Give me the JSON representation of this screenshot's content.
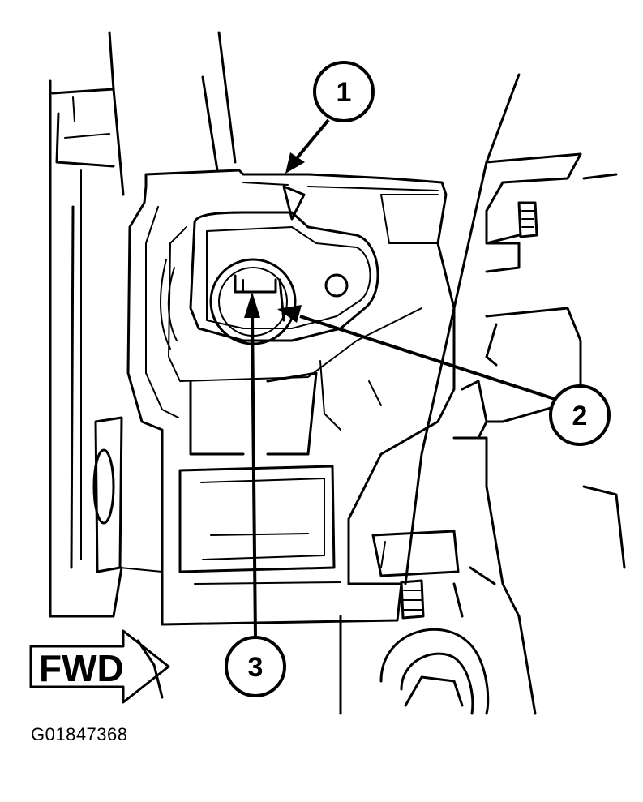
{
  "figure": {
    "id": "G01847368"
  },
  "callouts": [
    {
      "label": "1"
    },
    {
      "label": "2"
    },
    {
      "label": "3"
    }
  ],
  "direction_arrow": {
    "label": "FWD"
  },
  "colors": {
    "line": "#000000",
    "background": "#ffffff"
  }
}
